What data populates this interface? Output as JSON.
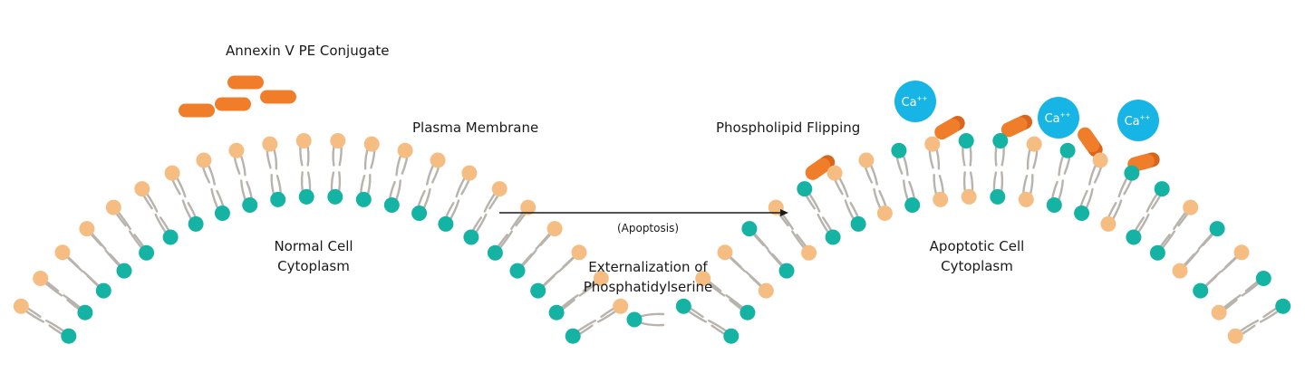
{
  "colors": {
    "annexin": "#f07d2a",
    "annexin_shade": "#d9651a",
    "outer_head": "#f6bd83",
    "inner_head": "#14b3a4",
    "tail": "#b9b3ad",
    "calcium": "#16b5e5",
    "arrow": "#1a1a1a"
  },
  "labels": {
    "annexin": "Annexin V PE Conjugate",
    "plasma_membrane": "Plasma Membrane",
    "normal_cell_line1": "Normal Cell",
    "normal_cell_line2": "Cytoplasm",
    "apoptosis": "(Apoptosis)",
    "phospholipid_flipping": "Phospholipid Flipping",
    "apoptotic_cell_line1": "Apoptotic Cell",
    "apoptotic_cell_line2": "Cytoplasm",
    "legend_line1": "Externalization of",
    "legend_line2": "Phosphatidylserine"
  },
  "calcium_label": "Ca",
  "calcium_superscript": "++",
  "calcium_ion_count": 3,
  "icons": [
    "annexin-molecule",
    "phospholipid-bilayer",
    "calcium-ion",
    "process-arrow",
    "phosphatidylserine-icon"
  ]
}
